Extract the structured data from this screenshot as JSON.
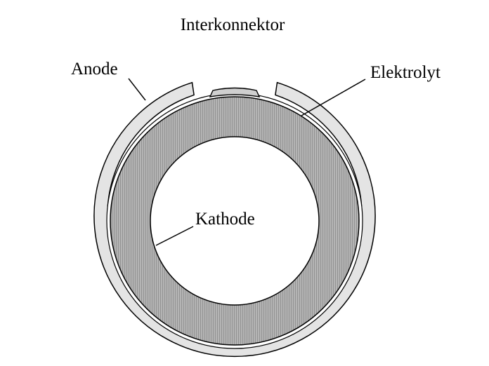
{
  "labels": {
    "interconnector": "Interkonnektor",
    "anode": "Anode",
    "electrolyte": "Elektrolyt",
    "cathode": "Kathode"
  },
  "colors": {
    "anode_fill": "#e4e4e4",
    "cathode_fill": "#a8a8a8",
    "interconnector_fill": "#cfcfcf",
    "electrolyte_fill": "#ffffff",
    "stroke": "#000000",
    "background": "#ffffff"
  }
}
